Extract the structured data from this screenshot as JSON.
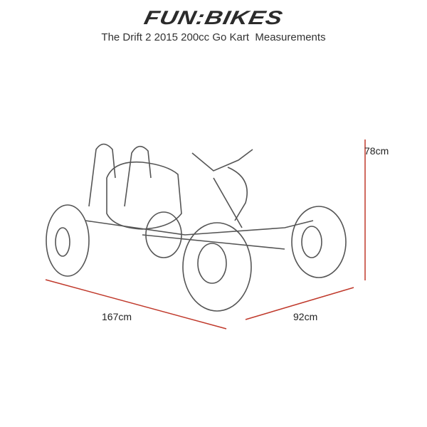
{
  "brand": {
    "logo": "FUN:BIKES"
  },
  "title": "The Drift 2 2015 200cc Go Kart  Measurements",
  "dimensions": {
    "height": "78cm",
    "length": "167cm",
    "width": "92cm"
  },
  "colors": {
    "dimension_line": "#c0392b",
    "sketch": "#444444"
  }
}
